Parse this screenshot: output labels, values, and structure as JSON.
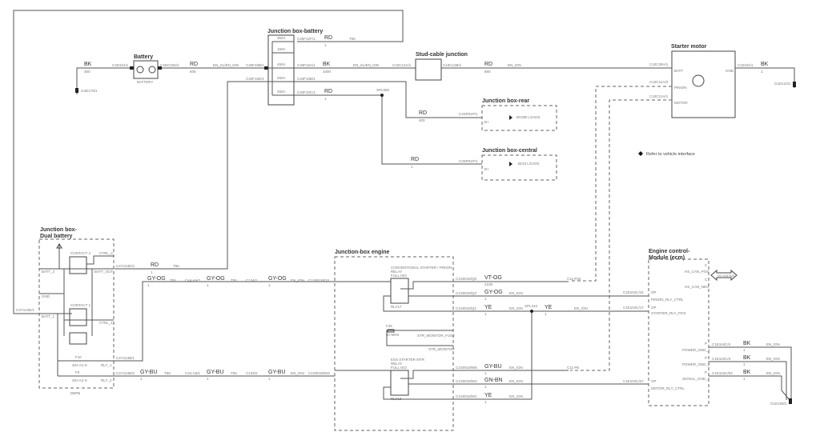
{
  "titles": {
    "jb_battery": "Junction box-battery",
    "battery": "Battery",
    "stud": "Stud-cable junction",
    "starter": "Starter motor",
    "jb_rear": "Junction box-rear",
    "jb_central": "Junction box-central",
    "jb_dual_1": "Junction box-",
    "jb_dual_2": "Dual battery",
    "jb_engine": "Junction-box engine",
    "ecm_1": "Engine control-",
    "ecm_2": "Module (ecm)"
  },
  "legend": "Refer to vehicle interface",
  "battery_circuit": {
    "bk": "BK",
    "bk_gauge": "360",
    "c4d101": "C4D101/1",
    "ground": "G4D178/1",
    "battery_sub": "BATTERY",
    "c4dc025": "C4DC025/1",
    "rd": "RD",
    "rd_gauge": "505",
    "route": "EN_SL/EN_ION",
    "c40f10b_in": "C40F10B/1"
  },
  "jb_battery": {
    "fuses": [
      "350A",
      "150A",
      "450A",
      "250A",
      "250A"
    ],
    "c40f12f": "C40F12F/1",
    "rd_top": "RD",
    "rd_top_gauge": "1",
    "t55_top": "T55",
    "c40f10a": "C40F10A/1",
    "bk": "BK",
    "bk_gauge": "3400",
    "route": "EN_SL/EN_ION",
    "c40f10d_in": "C40F10D/1",
    "c40f10b_out": "C40F10B/1",
    "c40f10c": "C40F10C/1",
    "rd": "RD",
    "rd_gauge": "1",
    "spl": "SPL080"
  },
  "stud": {
    "c10c12a": "C10C12A/1",
    "c10c12b": "C10C12B/1",
    "rd": "RD",
    "rd_gauge": "850",
    "route": "EN_ION"
  },
  "starter": {
    "c10c35a": "C10C35A/1",
    "batt": "BATT",
    "pinion": "PINION",
    "motor": "MOTOR",
    "gnd": "GND",
    "c10c21a2": "C10C21A/2",
    "c10c21a1": "C10C21A/1",
    "c10101": "C10101/1",
    "bk": "BK",
    "bk_gauge": "1",
    "ground": "G1D124/1"
  },
  "rear": {
    "rd": "RD",
    "rd_gauge": "400",
    "conn": "C4SP01P/1",
    "pin": "B+",
    "load": "BCMB LOADS"
  },
  "central": {
    "rd": "RD",
    "rd_gauge": "1",
    "conn": "C3SP01P/1",
    "pin": "B+",
    "load": "BCM LOADS"
  },
  "dual": {
    "contact2": "CONTACT 2",
    "contact1": "CONTACT 1",
    "batt2": "BATT_2",
    "gnd": "GND",
    "batt1": "BATT_1",
    "ctrl2": "CTRL_2",
    "batt_out": "BATT_OUT",
    "ctrl1": "CTRL_1",
    "f10": "F10",
    "f10_rating": "40A A1-S",
    "f9": "F9",
    "f9_rating": "20A A1-S",
    "rly1": "RLY_1",
    "rly2": "RLY_2",
    "c4y124e": "C4Y124E/1",
    "c4y124d": "C4Y124D/1",
    "rd": "RD",
    "rd_gauge": "1",
    "t55": "T55",
    "c4y124b1": "C4Y124B/1",
    "c4y124b2": "C4Y124B/2",
    "footer": "DBPB"
  },
  "gyog_wire": {
    "color": "GY-OG",
    "gauge": "1",
    "t55": "T55",
    "c44a6_2": "C44-A6/2",
    "c134_1": "C134/1",
    "route": "EN_ION",
    "c1s0018q3": "C1S0018/Q3"
  },
  "gybu_wire": {
    "color": "GY-BU",
    "gauge": "1",
    "t55": "T55",
    "c44a6_1": "C44-A6/1",
    "c134_2": "C134/2",
    "route": "EN_ION",
    "c1s0018w3": "C1S0018/W3"
  },
  "engine": {
    "relay1_l1": "CONVENTIONAL STARTER / PINION",
    "relay1_l2": "RELAY",
    "relay1_l3": "FULL ISO",
    "relay1_id": "RLY17",
    "f25": "F25",
    "f25_rating": "5A MINI",
    "str_monitor_fuse": "STR_MONITOR_FUSE",
    "str_monitor": "STR_MONITOR",
    "relay2_l1": "ESS STARTER MTR",
    "relay2_l2": "RELAY",
    "relay2_l3": "FULL ISO",
    "relay2_id": "RLY13",
    "q5": "C1S0018/Q5",
    "vtog": "VT-OG",
    "vtog_gauge": "2105",
    "c11p34": "C11-P34",
    "q2": "C1S0018/Q2",
    "gyog": "GY-OG",
    "gyog_gauge": "1",
    "q1": "C1S0018/Q1",
    "ye": "YE",
    "ye_gauge": "1",
    "spl": "SPL234",
    "ye2": "YE",
    "ye2_gauge": "1",
    "w5": "C1S0018/W5",
    "gybu": "GY-BU",
    "gybu_gauge": "1",
    "c11p8": "C11-P8",
    "w2": "C1S0018/W2",
    "gnbn": "GN-BN",
    "gnbn_gauge": "1",
    "w1": "C1S0018/W1",
    "ye3": "YE",
    "ye3_gauge": "1",
    "route": "EN_ION"
  },
  "ecm": {
    "hs_can_pos": "HS_CAN_POS",
    "hs_can_neg": "HS_CAN_NEG",
    "can_bus": "HS CAN BUS",
    "pin_c": "C",
    "c41": "C1E104C/41",
    "pinion_rly_ctrl": "PINION_RLY_CTRL",
    "c17": "C1E104C/17",
    "starter_rly_pos": "STARTER_RLY_POS",
    "c27": "C1E104C/27",
    "motor_rly_ctrl": "MOTOR_RLY_CTRL",
    "op": "OP",
    "p": "P",
    "c4": "C1E104C/4",
    "power_gnd_1": "POWER_GND_1",
    "c3": "C1E104C/3",
    "power_gnd_2": "POWER_GND_2",
    "c53": "C1E104C/53",
    "signal_gnd_1": "SIGNAL_GND_1",
    "bk": "BK",
    "bk_gauge": "1",
    "route": "EN_ION",
    "ground": "G1D108/1"
  }
}
